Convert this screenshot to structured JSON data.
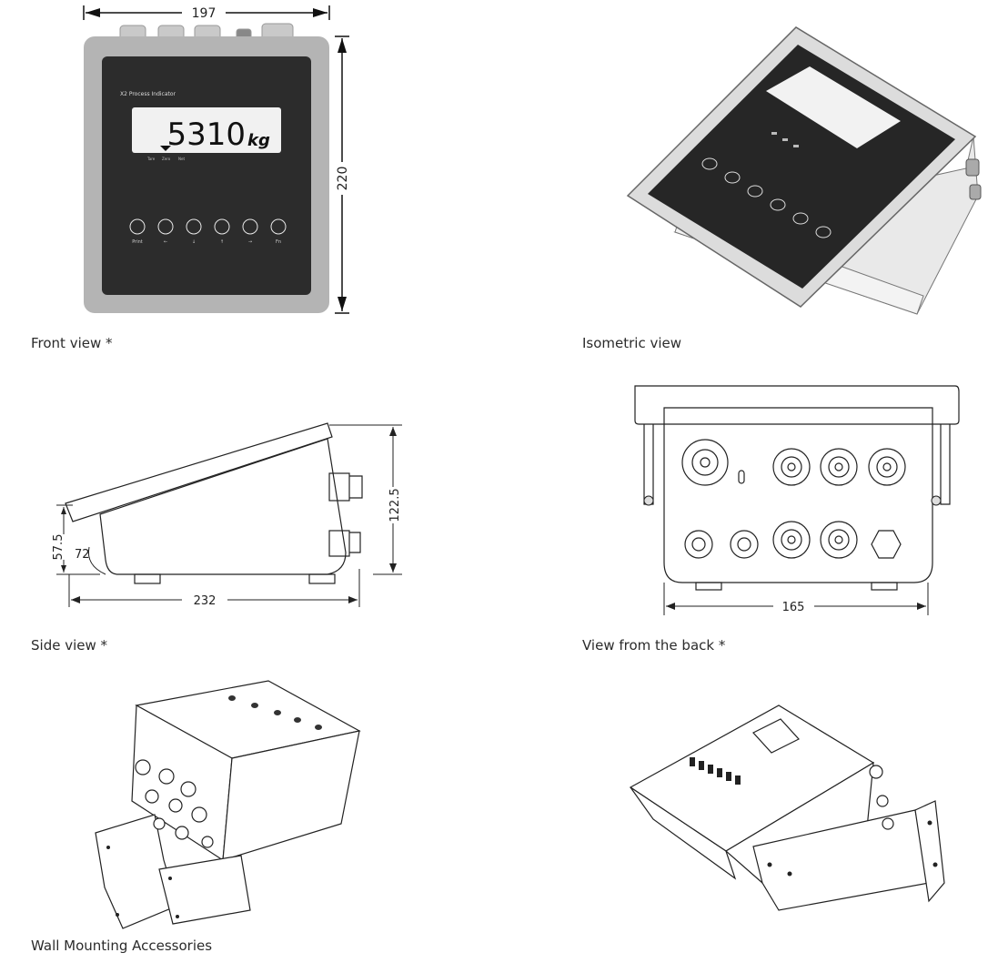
{
  "front_view": {
    "caption": "Front view *",
    "width_dim": "197",
    "height_dim": "220",
    "brand_label": "X2 Process Indicator",
    "display_value": "5310",
    "display_unit": "kg",
    "indicator_labels": [
      "Tare",
      "Zero",
      "Net"
    ],
    "button_labels": [
      "Print",
      "←",
      "↓",
      "↑",
      "→",
      "Fn"
    ]
  },
  "isometric_view": {
    "caption": "Isometric view"
  },
  "side_view": {
    "caption": "Side view *",
    "length_dim": "232",
    "front_height_dim": "57.5",
    "back_height_dim": "122.5",
    "angle_dim": "72"
  },
  "back_view": {
    "caption": "View from the back *",
    "width_dim": "165"
  },
  "wall_mount": {
    "caption": "Wall Mounting Accessories"
  }
}
